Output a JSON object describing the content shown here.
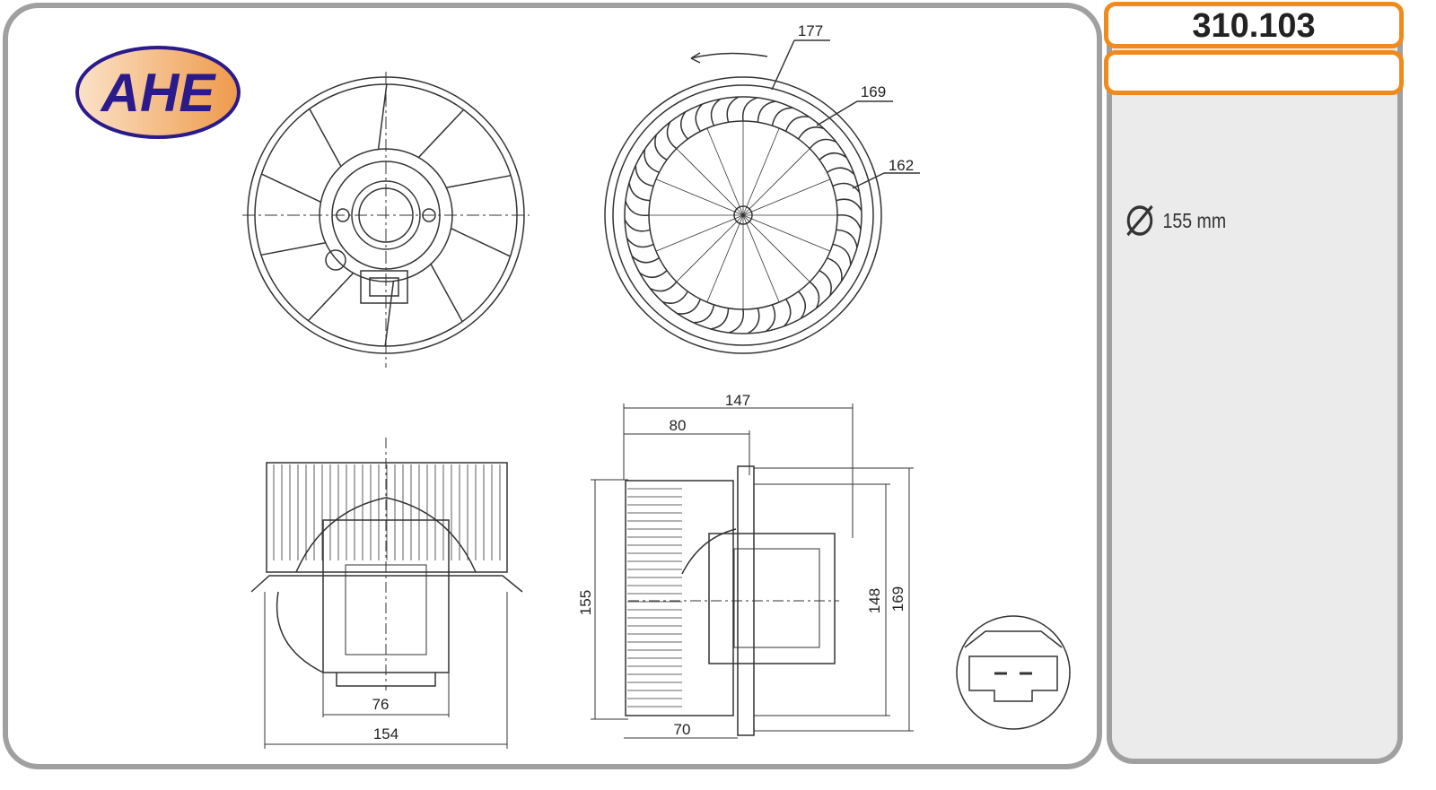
{
  "brand": {
    "logo_text": "AHE",
    "logo_colors": {
      "text": "#2a1a8c",
      "fill": "#f2b070",
      "ring": "#2a1a8c"
    }
  },
  "part_number": "310.103",
  "secondary_box": "",
  "spec": {
    "icon": "diameter-icon",
    "diameter": "155 mm"
  },
  "dimensions": {
    "top_right": [
      "177",
      "169",
      "162"
    ],
    "side_width_total": "147",
    "side_width_partial": "80",
    "side_height_left": "155",
    "side_height_inner": "148",
    "side_height_outer": "169",
    "side_bottom": "70",
    "front_inner": "76",
    "front_width": "154"
  },
  "colors": {
    "accent": "#f08a1c",
    "border": "#a0a0a0",
    "panel": "#ebebeb"
  }
}
